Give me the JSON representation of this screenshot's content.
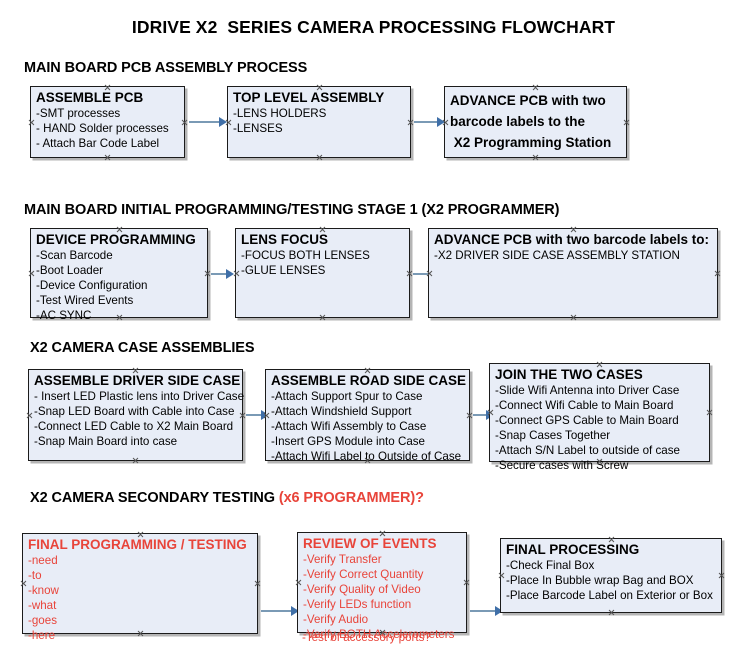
{
  "document": {
    "title": "IDRIVE X2  SERIES CAMERA PROCESSING FLOWCHART"
  },
  "sections": [
    {
      "id": "main-board-pcb-assembly-process",
      "heading": "MAIN BOARD PCB ASSEMBLY PROCESS",
      "heading_accent": ""
    },
    {
      "id": "main-board-initial-programming",
      "heading": "MAIN BOARD INITIAL PROGRAMMING/TESTING STAGE 1 (X2 PROGRAMMER)",
      "heading_accent": ""
    },
    {
      "id": "x2-camera-case-assemblies",
      "heading": "X2 CAMERA CASE ASSEMBLIES",
      "heading_accent": ""
    },
    {
      "id": "x2-camera-secondary-testing",
      "heading": "X2 CAMERA SECONDARY TESTING ",
      "heading_accent": "(x6 PROGRAMMER)?"
    }
  ],
  "nodes": [
    {
      "id": "assemble-pcb",
      "title": "ASSEMBLE PCB",
      "lines": [
        "-SMT processes",
        "- HAND Solder processes",
        "- Attach Bar Code Label"
      ]
    },
    {
      "id": "top-level-assembly",
      "title": "TOP LEVEL ASSEMBLY",
      "lines": [
        "-LENS HOLDERS",
        "-LENSES"
      ]
    },
    {
      "id": "advance-pcb-to-x2-programming-station",
      "title": "ADVANCE PCB with two\nbarcode labels to the\n X2 Programming Station",
      "lines": []
    },
    {
      "id": "device-programming",
      "title": "DEVICE PROGRAMMING",
      "lines": [
        "-Scan Barcode",
        "-Boot Loader",
        "-Device Configuration",
        "-Test Wired Events",
        "-AC SYNC"
      ]
    },
    {
      "id": "lens-focus",
      "title": "LENS FOCUS",
      "lines": [
        "-FOCUS BOTH LENSES",
        "-GLUE LENSES"
      ]
    },
    {
      "id": "advance-pcb-to-driver-side-case-station",
      "title": "ADVANCE PCB with two barcode labels to:",
      "lines": [
        "-X2 DRIVER  SIDE  CASE  ASSEMBLY STATION"
      ]
    },
    {
      "id": "assemble-driver-side-case",
      "title": "ASSEMBLE DRIVER SIDE CASE",
      "lines": [
        "- Insert LED Plastic lens into Driver Case",
        "-Snap LED Board with Cable into Case",
        "-Connect LED Cable to X2 Main Board",
        "-Snap Main Board into case"
      ]
    },
    {
      "id": "assemble-road-side-case",
      "title": "ASSEMBLE ROAD SIDE CASE",
      "lines": [
        "-Attach Support Spur to Case",
        "-Attach Windshield Support",
        "-Attach Wifi Assembly to Case",
        "-Insert GPS Module into Case",
        "-Attach Wifi Label to Outside of Case"
      ]
    },
    {
      "id": "join-the-two-cases",
      "title": "JOIN THE TWO CASES",
      "lines": [
        "-Slide Wifi Antenna into Driver Case",
        "-Connect Wifi Cable to Main Board",
        "-Connect GPS Cable to Main Board",
        "-Snap Cases Together",
        "-Attach S/N Label to outside of case",
        "-Secure cases with Screw"
      ]
    },
    {
      "id": "final-programming-testing",
      "title": "FINAL PROGRAMMING / TESTING",
      "lines": [
        "-need",
        "-to",
        "-know",
        "-what",
        "-goes",
        "-here"
      ]
    },
    {
      "id": "review-of-events",
      "title": "REVIEW OF EVENTS",
      "lines": [
        "-Verify Transfer",
        "-Verify Correct Quantity",
        "-Verify Quality of Video",
        "-Verify LEDs function",
        "-Verify Audio",
        "-Verify BOTH Accelerometers"
      ],
      "overflow_line": "-Test of accessory ports?"
    },
    {
      "id": "final-processing",
      "title": "FINAL PROCESSING",
      "lines": [
        " -Check Final Box",
        "-Place In Bubble wrap Bag and BOX",
        "-Place Barcode Label on Exterior or Box"
      ]
    }
  ],
  "colors": {
    "node_fill": "#e8edf7",
    "node_border": "#1b1b1b",
    "connector": "#7a9ab5",
    "arrowhead": "#3f6fa8",
    "accent_red": "#e8443a",
    "text": "#000000",
    "background": "#ffffff"
  }
}
